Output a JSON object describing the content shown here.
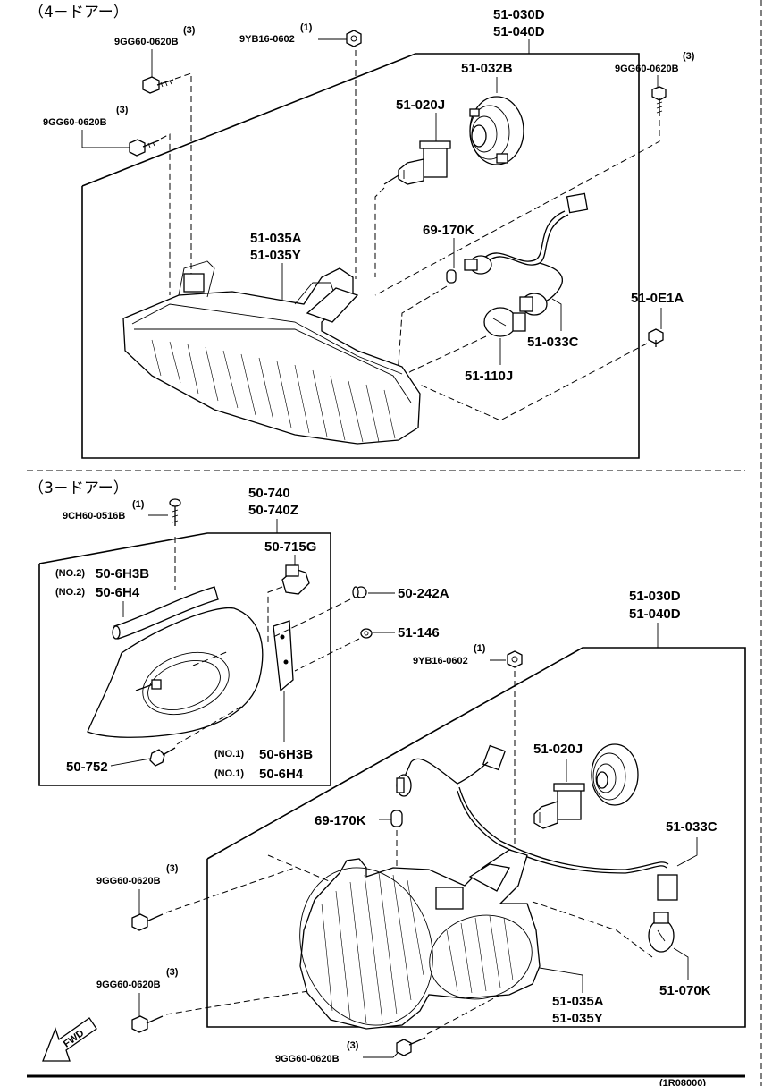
{
  "sections": {
    "four_door": {
      "header": "（4－ドアー）"
    },
    "three_door": {
      "header": "（3－ドアー）"
    }
  },
  "labels_top": {
    "bolt_top_left": {
      "qty": "(3)",
      "part": "9GG60-0620B"
    },
    "bolt_mid_left": {
      "qty": "(3)",
      "part": "9GG60-0620B"
    },
    "nut_top": {
      "qty": "(1)",
      "part": "9YB16-0602"
    },
    "assembly_a": "51-030D",
    "assembly_b": "51-040D",
    "bolt_top_right": {
      "qty": "(3)",
      "part": "9GG60-0620B"
    },
    "socket_cover": "51-032B",
    "bulb_h": "51-020J",
    "bulb_small": "69-170K",
    "lens_a": "51-035A",
    "lens_b": "51-035Y",
    "clip": "51-0E1A",
    "harness": "51-033C",
    "bulb_turn": "51-110J"
  },
  "labels_bottom": {
    "screw": {
      "qty": "(1)",
      "part": "9CH60-0516B"
    },
    "garnish_a": "50-740",
    "garnish_b": "50-740Z",
    "bracket": "50-715G",
    "seal_no2_a": {
      "prefix": "(NO.2)",
      "part": "50-6H3B"
    },
    "seal_no2_b": {
      "prefix": "(NO.2)",
      "part": "50-6H4"
    },
    "grommet": "50-242A",
    "clip": "51-146",
    "assembly_a": "51-030D",
    "assembly_b": "51-040D",
    "nut": {
      "qty": "(1)",
      "part": "9YB16-0602"
    },
    "fastener": "50-752",
    "seal_no1_a": {
      "prefix": "(NO.1)",
      "part": "50-6H3B"
    },
    "seal_no1_b": {
      "prefix": "(NO.1)",
      "part": "50-6H4"
    },
    "bulb_h": "51-020J",
    "bulb_small": "69-170K",
    "harness": "51-033C",
    "bolt_left_1": {
      "qty": "(3)",
      "part": "9GG60-0620B"
    },
    "bolt_left_2": {
      "qty": "(3)",
      "part": "9GG60-0620B"
    },
    "bolt_bottom": {
      "qty": "(3)",
      "part": "9GG60-0620B"
    },
    "bulb_turn": "51-070K",
    "lens_a": "51-035A",
    "lens_b": "51-035Y",
    "fwd": "FWD",
    "footer_code": "(1R08000)"
  }
}
